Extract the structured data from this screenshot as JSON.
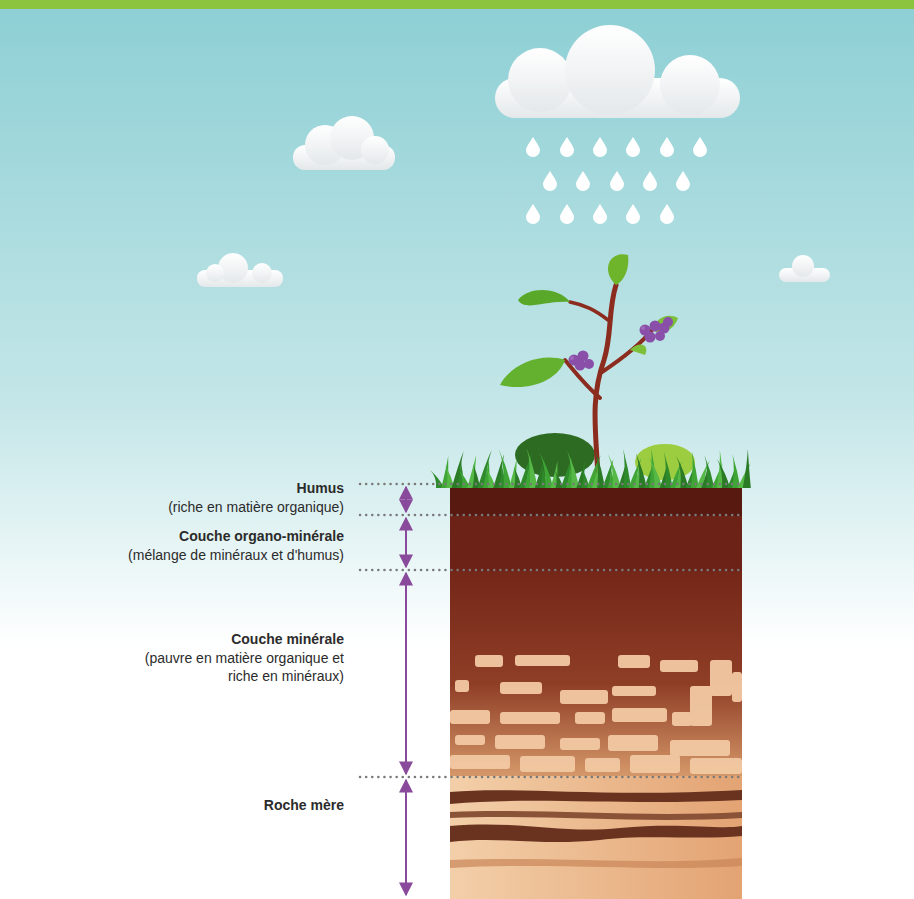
{
  "diagram": {
    "labels": [
      "Humus",
      "(riche en matière organique)",
      "Couche organo-minérale",
      "(mélange de minéraux et d'humus)",
      "Couche minérale",
      "(pauvre en matière organique et riche en minéraux)",
      "Roche mère"
    ]
  }
}
